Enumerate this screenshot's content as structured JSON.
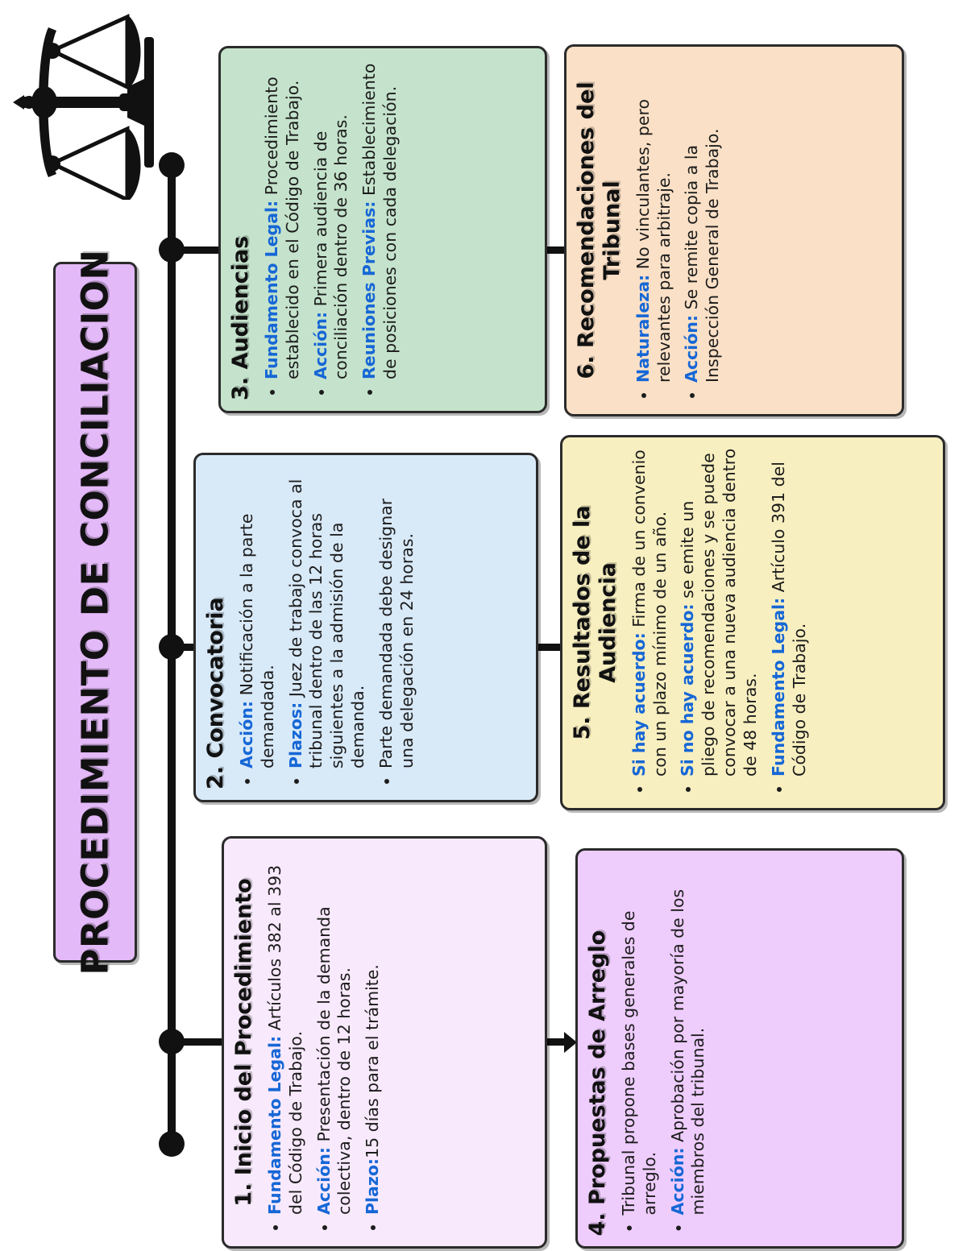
{
  "title": {
    "text": "PROCEDIMIENTO DE CONCILIACION",
    "bg_color": "#E3B9F8"
  },
  "icon": {
    "name": "scales-of-justice-icon"
  },
  "accent_color": "#1667D6",
  "outline_color": "#2B2B2B",
  "cards": [
    {
      "number": "1.",
      "title": "1. Inicio del Procedimiento",
      "bg_color": "#F8E9FC",
      "bullets": [
        {
          "label": "Fundamento Legal:",
          "text": " Artículos 382 al 393 del Código de Trabajo."
        },
        {
          "label": "Acción:",
          "text": " Presentación de la demanda colectiva, dentro de 12 horas."
        },
        {
          "label": "Plazo:",
          "text": "15 días para el trámite."
        }
      ]
    },
    {
      "number": "2.",
      "title": "2. Convocatoria",
      "bg_color": "#D8E9F8",
      "bullets": [
        {
          "label": "Acción:",
          "text": " Notificación a la parte demandada."
        },
        {
          "label": "Plazos:",
          "text": " Juez de trabajo convoca al tribunal dentro de las 12 horas siguientes a la admisión de la demanda."
        },
        {
          "label": "",
          "text": "Parte demandada debe designar una delegación en 24 horas."
        }
      ]
    },
    {
      "number": "3.",
      "title": "3. Audiencias",
      "bg_color": "#C5E3CC",
      "bullets": [
        {
          "label": "Fundamento Legal:",
          "text": " Procedimiento establecido en el Código de Trabajo."
        },
        {
          "label": "Acción:",
          "text": " Primera audiencia de conciliación dentro de 36 horas."
        },
        {
          "label": "Reuniones Previas:",
          "text": " Establecimiento de posiciones con cada delegación."
        }
      ]
    },
    {
      "number": "4.",
      "title": "4. Propuestas de Arreglo",
      "bg_color": "#EECCFC",
      "bullets": [
        {
          "label": "",
          "text": "Tribunal propone bases generales de arreglo."
        },
        {
          "label": "Acción:",
          "text": " Aprobación por mayoría de los miembros del tribunal."
        }
      ]
    },
    {
      "number": "5.",
      "title": "5. Resultados de la Audiencia",
      "bg_color": "#F8EFC0",
      "bullets": [
        {
          "label": "Si hay acuerdo:",
          "text": " Firma de un convenio con un plazo mínimo de un año."
        },
        {
          "label": "Si no hay acuerdo:",
          "text": " se emite un pliego de recomendaciones y se puede convocar a una nueva audiencia dentro de 48 horas."
        },
        {
          "label": "Fundamento Legal:",
          "text": " Artículo 391 del Código de Trabajo."
        }
      ]
    },
    {
      "number": "6.",
      "title": "6. Recomendaciones del Tribunal",
      "bg_color": "#FAE0C6",
      "bullets": [
        {
          "label": "Naturaleza:",
          "text": " No vinculantes, pero relevantes para arbitraje."
        },
        {
          "label": "Acción:",
          "text": " Se remite copia a la Inspección General de Trabajo."
        }
      ]
    }
  ]
}
